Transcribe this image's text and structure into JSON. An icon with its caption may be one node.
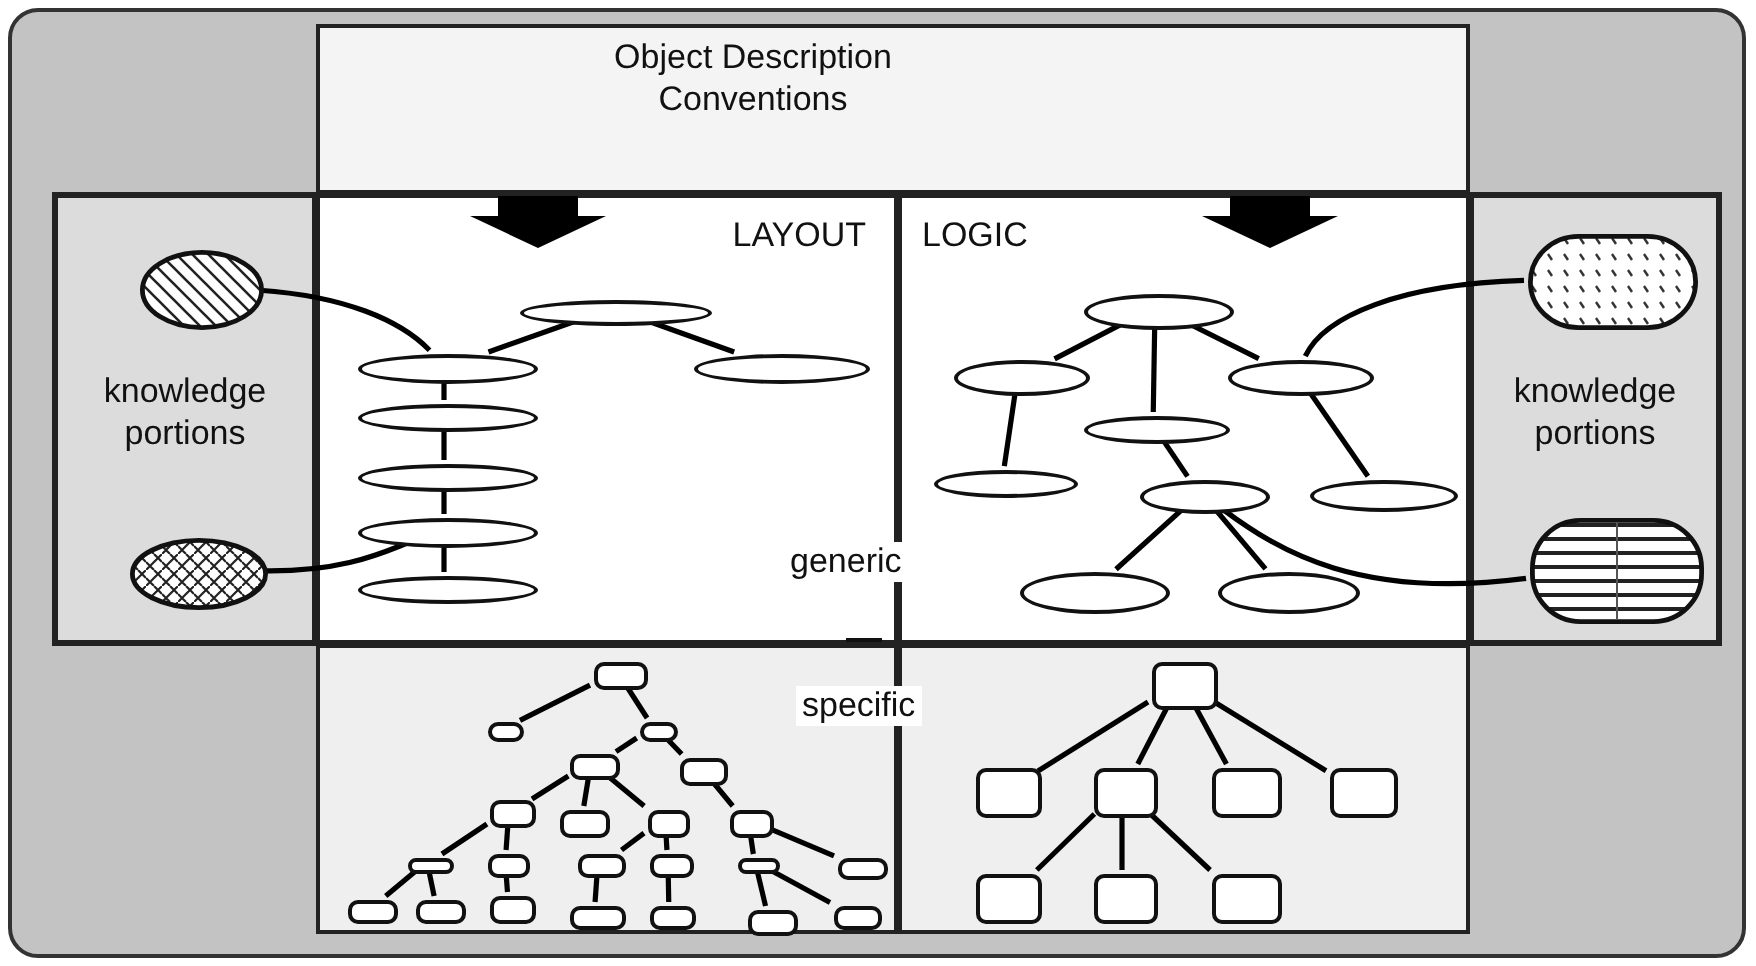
{
  "diagram": {
    "nodes": [
      {
        "text": [
          "Object Description Conventions"
        ]
      },
      {
        "text": [
          "knowledge portions"
        ]
      },
      {
        "text": [
          "LAYOUT"
        ]
      },
      {
        "text": [
          "LOGIC"
        ]
      },
      {
        "text": [
          "knowledge portions"
        ]
      },
      {
        "text": [],
        "shape": "box"
      },
      {
        "text": [],
        "shape": "box"
      },
      {
        "text": [],
        "shape": "ellipse",
        "in": 1
      },
      {
        "text": [],
        "shape": "ellipse",
        "in": 1
      },
      {
        "text": [],
        "shape": "pill",
        "in": 4
      },
      {
        "text": [],
        "shape": "pill",
        "in": 4
      },
      {
        "text": [],
        "shape": "ellipse",
        "in": 2
      },
      {
        "text": [],
        "shape": "ellipse",
        "in": 2
      },
      {
        "text": [],
        "shape": "ellipse",
        "in": 2
      },
      {
        "text": [],
        "shape": "ellipse",
        "in": 2
      },
      {
        "text": [],
        "shape": "ellipse",
        "in": 2
      },
      {
        "text": [],
        "shape": "ellipse",
        "in": 2
      },
      {
        "text": [],
        "shape": "ellipse",
        "in": 2
      },
      {
        "text": [],
        "shape": "ellipse",
        "in": 3
      },
      {
        "text": [],
        "shape": "ellipse",
        "in": 3
      },
      {
        "text": [],
        "shape": "ellipse",
        "in": 3
      },
      {
        "text": [],
        "shape": "ellipse",
        "in": 3
      },
      {
        "text": [],
        "shape": "ellipse",
        "in": 3
      },
      {
        "text": [],
        "shape": "ellipse",
        "in": 3
      },
      {
        "text": [],
        "shape": "ellipse",
        "in": 3
      },
      {
        "text": [],
        "shape": "ellipse",
        "in": 3
      },
      {
        "text": [],
        "shape": "ellipse",
        "in": 3
      },
      {
        "text": [],
        "shape": "box",
        "in": 5
      },
      {
        "text": [],
        "shape": "box",
        "in": 5
      },
      {
        "text": [],
        "shape": "box",
        "in": 5
      },
      {
        "text": [],
        "shape": "box",
        "in": 5
      },
      {
        "text": [],
        "shape": "box",
        "in": 5
      },
      {
        "text": [],
        "shape": "box",
        "in": 5
      },
      {
        "text": [],
        "shape": "box",
        "in": 5
      },
      {
        "text": [],
        "shape": "box",
        "in": 5
      },
      {
        "text": [],
        "shape": "box",
        "in": 5
      },
      {
        "text": [],
        "shape": "box",
        "in": 5
      },
      {
        "text": [],
        "shape": "box",
        "in": 5
      },
      {
        "text": [],
        "shape": "box",
        "in": 5
      },
      {
        "text": [],
        "shape": "box",
        "in": 5
      },
      {
        "text": [],
        "shape": "box",
        "in": 5
      },
      {
        "text": [],
        "shape": "box",
        "in": 5
      },
      {
        "text": [],
        "shape": "box",
        "in": 5
      },
      {
        "text": [],
        "shape": "box",
        "in": 5
      },
      {
        "text": [],
        "shape": "box",
        "in": 5
      },
      {
        "text": [],
        "shape": "box",
        "in": 5
      },
      {
        "text": [],
        "shape": "box",
        "in": 5
      },
      {
        "text": [],
        "shape": "box",
        "in": 5
      },
      {
        "text": [],
        "shape": "box",
        "in": 5
      },
      {
        "text": [],
        "shape": "box",
        "in": 6
      },
      {
        "text": [],
        "shape": "box",
        "in": 6
      },
      {
        "text": [],
        "shape": "box",
        "in": 6
      },
      {
        "text": [],
        "shape": "box",
        "in": 6
      },
      {
        "text": [],
        "shape": "box",
        "in": 6
      },
      {
        "text": [],
        "shape": "box",
        "in": 6
      },
      {
        "text": [],
        "shape": "box",
        "in": 6
      },
      {
        "text": [],
        "shape": "box",
        "in": 6
      }
    ],
    "edges": [
      {
        "from": 0,
        "to": 2,
        "arrow": "to",
        "style": "thick"
      },
      {
        "from": 0,
        "to": 3,
        "arrow": "to",
        "style": "thick"
      },
      {
        "from": 7,
        "to": 12,
        "arrow": "none"
      },
      {
        "from": 8,
        "to": 16,
        "arrow": "none"
      },
      {
        "from": 9,
        "to": 20,
        "arrow": "none"
      },
      {
        "from": 10,
        "to": 23,
        "arrow": "none"
      },
      {
        "from": 11,
        "to": 13,
        "arrow": "none"
      },
      {
        "from": 11,
        "to": 12,
        "arrow": "none"
      },
      {
        "from": 12,
        "to": 14,
        "arrow": "none"
      },
      {
        "from": 14,
        "to": 15,
        "arrow": "none"
      },
      {
        "from": 15,
        "to": 16,
        "arrow": "none"
      },
      {
        "from": 16,
        "to": 17,
        "arrow": "none"
      },
      {
        "from": 18,
        "to": 19,
        "arrow": "none"
      },
      {
        "from": 18,
        "to": 21,
        "arrow": "none"
      },
      {
        "from": 18,
        "to": 20,
        "arrow": "none"
      },
      {
        "from": 19,
        "to": 22,
        "arrow": "none"
      },
      {
        "from": 21,
        "to": 23,
        "arrow": "none"
      },
      {
        "from": 20,
        "to": 24,
        "arrow": "none"
      },
      {
        "from": 23,
        "to": 25,
        "arrow": "none"
      },
      {
        "from": 23,
        "to": 26,
        "arrow": "none"
      },
      {
        "from": 27,
        "to": 28,
        "arrow": "none"
      },
      {
        "from": 27,
        "to": 29,
        "arrow": "none"
      },
      {
        "from": 29,
        "to": 30,
        "arrow": "none"
      },
      {
        "from": 29,
        "to": 31,
        "arrow": "none"
      },
      {
        "from": 30,
        "to": 32,
        "arrow": "none"
      },
      {
        "from": 30,
        "to": 33,
        "arrow": "none"
      },
      {
        "from": 30,
        "to": 34,
        "arrow": "none"
      },
      {
        "from": 31,
        "to": 35,
        "arrow": "none"
      },
      {
        "from": 32,
        "to": 36,
        "arrow": "none"
      },
      {
        "from": 32,
        "to": 37,
        "arrow": "none"
      },
      {
        "from": 34,
        "to": 38,
        "arrow": "none"
      },
      {
        "from": 34,
        "to": 39,
        "arrow": "none"
      },
      {
        "from": 35,
        "to": 40,
        "arrow": "none"
      },
      {
        "from": 35,
        "to": 41,
        "arrow": "none"
      },
      {
        "from": 36,
        "to": 42,
        "arrow": "none"
      },
      {
        "from": 36,
        "to": 43,
        "arrow": "none"
      },
      {
        "from": 37,
        "to": 44,
        "arrow": "none"
      },
      {
        "from": 38,
        "to": 45,
        "arrow": "none"
      },
      {
        "from": 39,
        "to": 46,
        "arrow": "none"
      },
      {
        "from": 40,
        "to": 47,
        "arrow": "none"
      },
      {
        "from": 40,
        "to": 48,
        "arrow": "none"
      },
      {
        "from": 49,
        "to": 50,
        "arrow": "none"
      },
      {
        "from": 49,
        "to": 51,
        "arrow": "none"
      },
      {
        "from": 49,
        "to": 52,
        "arrow": "none"
      },
      {
        "from": 49,
        "to": 53,
        "arrow": "none"
      },
      {
        "from": 51,
        "to": 54,
        "arrow": "none"
      },
      {
        "from": 51,
        "to": 55,
        "arrow": "none"
      },
      {
        "from": 51,
        "to": 56,
        "arrow": "none"
      }
    ],
    "labels": [
      "generic",
      "specific"
    ]
  }
}
